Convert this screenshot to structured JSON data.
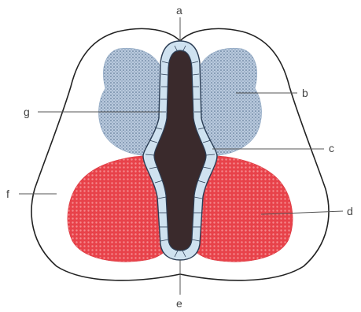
{
  "labels": {
    "a": "a",
    "b": "b",
    "c": "c",
    "d": "d",
    "e": "e",
    "f": "f",
    "g": "g"
  },
  "colors": {
    "outline": "#222222",
    "blue_region": "#9fb7cf",
    "red_region": "#e8424a",
    "canal": "#3a2a2c",
    "canal_lining": "#cfe2f0",
    "leader_line": "#555555",
    "label_text": "#444444"
  }
}
